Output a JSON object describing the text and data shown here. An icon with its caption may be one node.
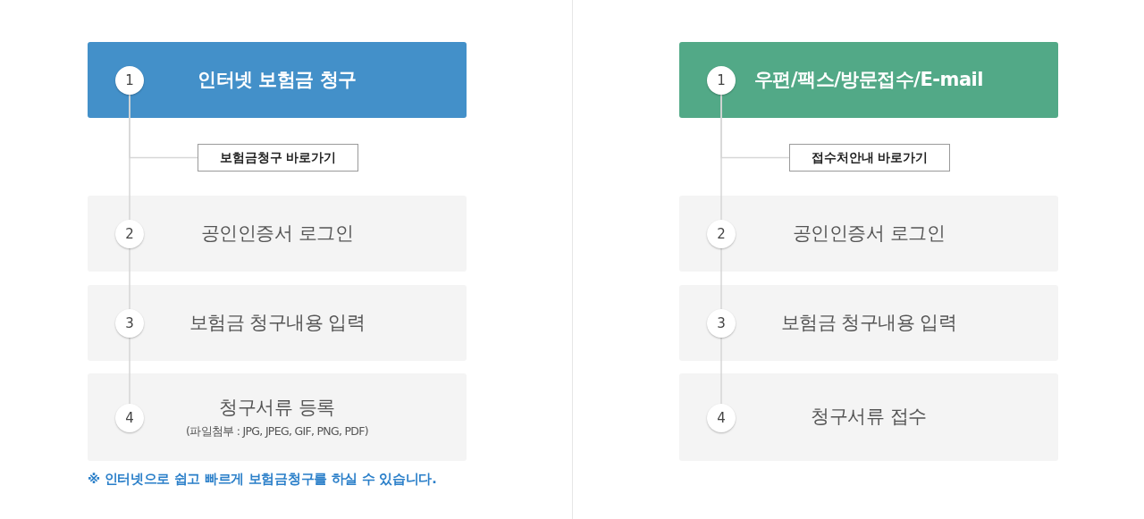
{
  "diagram": {
    "nodes": [
      {
        "text": [
          "인터넷 보험금 청구"
        ]
      },
      {
        "text": [
          "1"
        ],
        "in": 0
      },
      {
        "text": [
          "보험금청구 바로가기"
        ]
      },
      {
        "text": [
          "공인인증서 로그인"
        ]
      },
      {
        "text": [
          "2"
        ],
        "in": 3
      },
      {
        "text": [
          "보험금 청구내용 입력"
        ]
      },
      {
        "text": [
          "3"
        ],
        "in": 5
      },
      {
        "text": [
          "청구서류 등록",
          "(파일첨부 : JPG, JPEG, GIF, PNG, PDF)"
        ]
      },
      {
        "text": [
          "4"
        ],
        "in": 7
      },
      {
        "text": [
          "우편/팩스/방문접수/E-mail"
        ]
      },
      {
        "text": [
          "1"
        ],
        "in": 9
      },
      {
        "text": [
          "접수처안내 바로가기"
        ]
      },
      {
        "text": [
          "공인인증서 로그인"
        ]
      },
      {
        "text": [
          "2"
        ],
        "in": 12
      },
      {
        "text": [
          "보험금 청구내용 입력"
        ]
      },
      {
        "text": [
          "3"
        ],
        "in": 14
      },
      {
        "text": [
          "청구서류 접수"
        ]
      },
      {
        "text": [
          "4"
        ],
        "in": 16
      }
    ],
    "edges": [
      {
        "from": 1,
        "to": 4,
        "arrow": "none"
      },
      {
        "from": 4,
        "to": 6,
        "arrow": "none"
      },
      {
        "from": 6,
        "to": 8,
        "arrow": "none"
      },
      {
        "from": 1,
        "to": 2,
        "arrow": "none"
      },
      {
        "from": 10,
        "to": 13,
        "arrow": "none"
      },
      {
        "from": 13,
        "to": 15,
        "arrow": "none"
      },
      {
        "from": 15,
        "to": 17,
        "arrow": "none"
      },
      {
        "from": 10,
        "to": 11,
        "arrow": "none"
      }
    ],
    "labels": [
      "※ 인터넷으로 쉽고 빠르게 보험금청구를 하실 수 있습니다."
    ]
  }
}
